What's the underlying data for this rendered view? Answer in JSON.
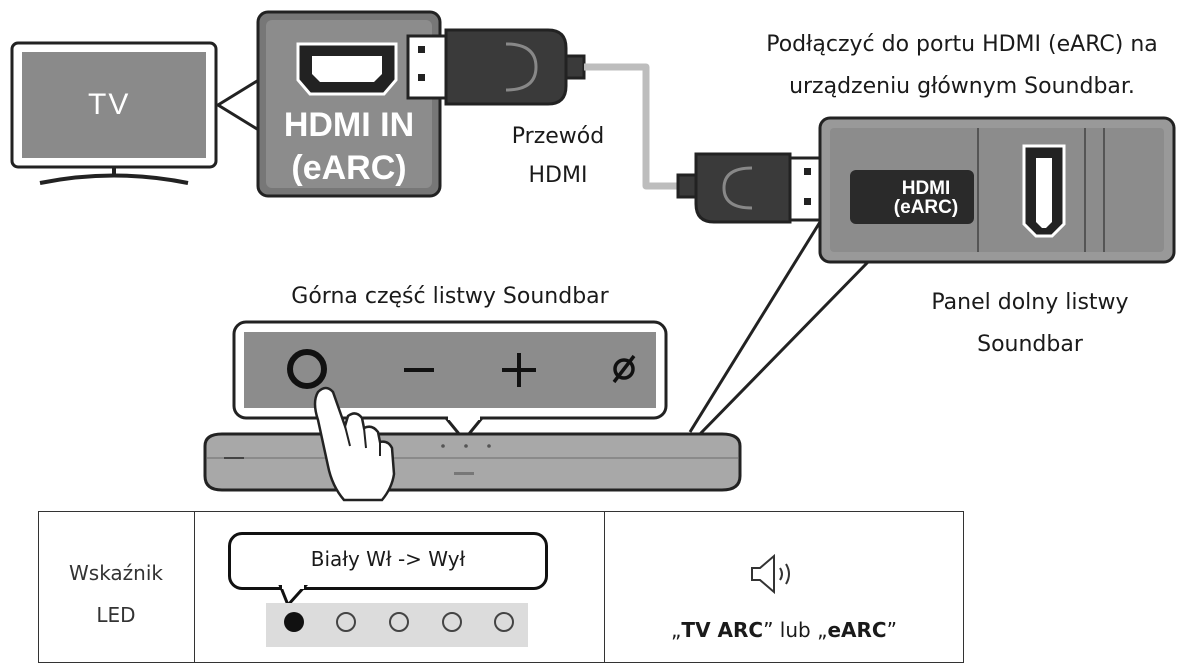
{
  "tv": {
    "label": "TV"
  },
  "hdmi_in": {
    "line1": "HDMI IN",
    "line2": "(eARC)"
  },
  "cable": {
    "line1": "Przewód",
    "line2": "HDMI"
  },
  "instruction": {
    "line1": "Podłączyć do portu HDMI (eARC) na",
    "line2": "urządzeniu głównym Soundbar."
  },
  "bottom_panel": {
    "port_line1": "HDMI",
    "port_line2": "(eARC)",
    "label_line1": "Panel dolny listwy",
    "label_line2": "Soundbar"
  },
  "top_panel": {
    "label": "Górna część listwy Soundbar",
    "buttons": [
      "power",
      "volume-down",
      "volume-up",
      "mic-off"
    ]
  },
  "led_table": {
    "header_line1": "Wskaźnik",
    "header_line2": "LED",
    "bubble": "Biały Wł -> Wył",
    "leds": [
      "on",
      "off",
      "off",
      "off",
      "off"
    ],
    "quote_open": "„",
    "mode1": "TV ARC",
    "connector": "” lub „",
    "mode2": "eARC",
    "quote_close": "”"
  },
  "icons": [
    "tv-icon",
    "hdmi-port-icon",
    "hdmi-plug-icon",
    "speaker-sound-icon",
    "hand-pointer-icon",
    "soundbar-icon"
  ]
}
